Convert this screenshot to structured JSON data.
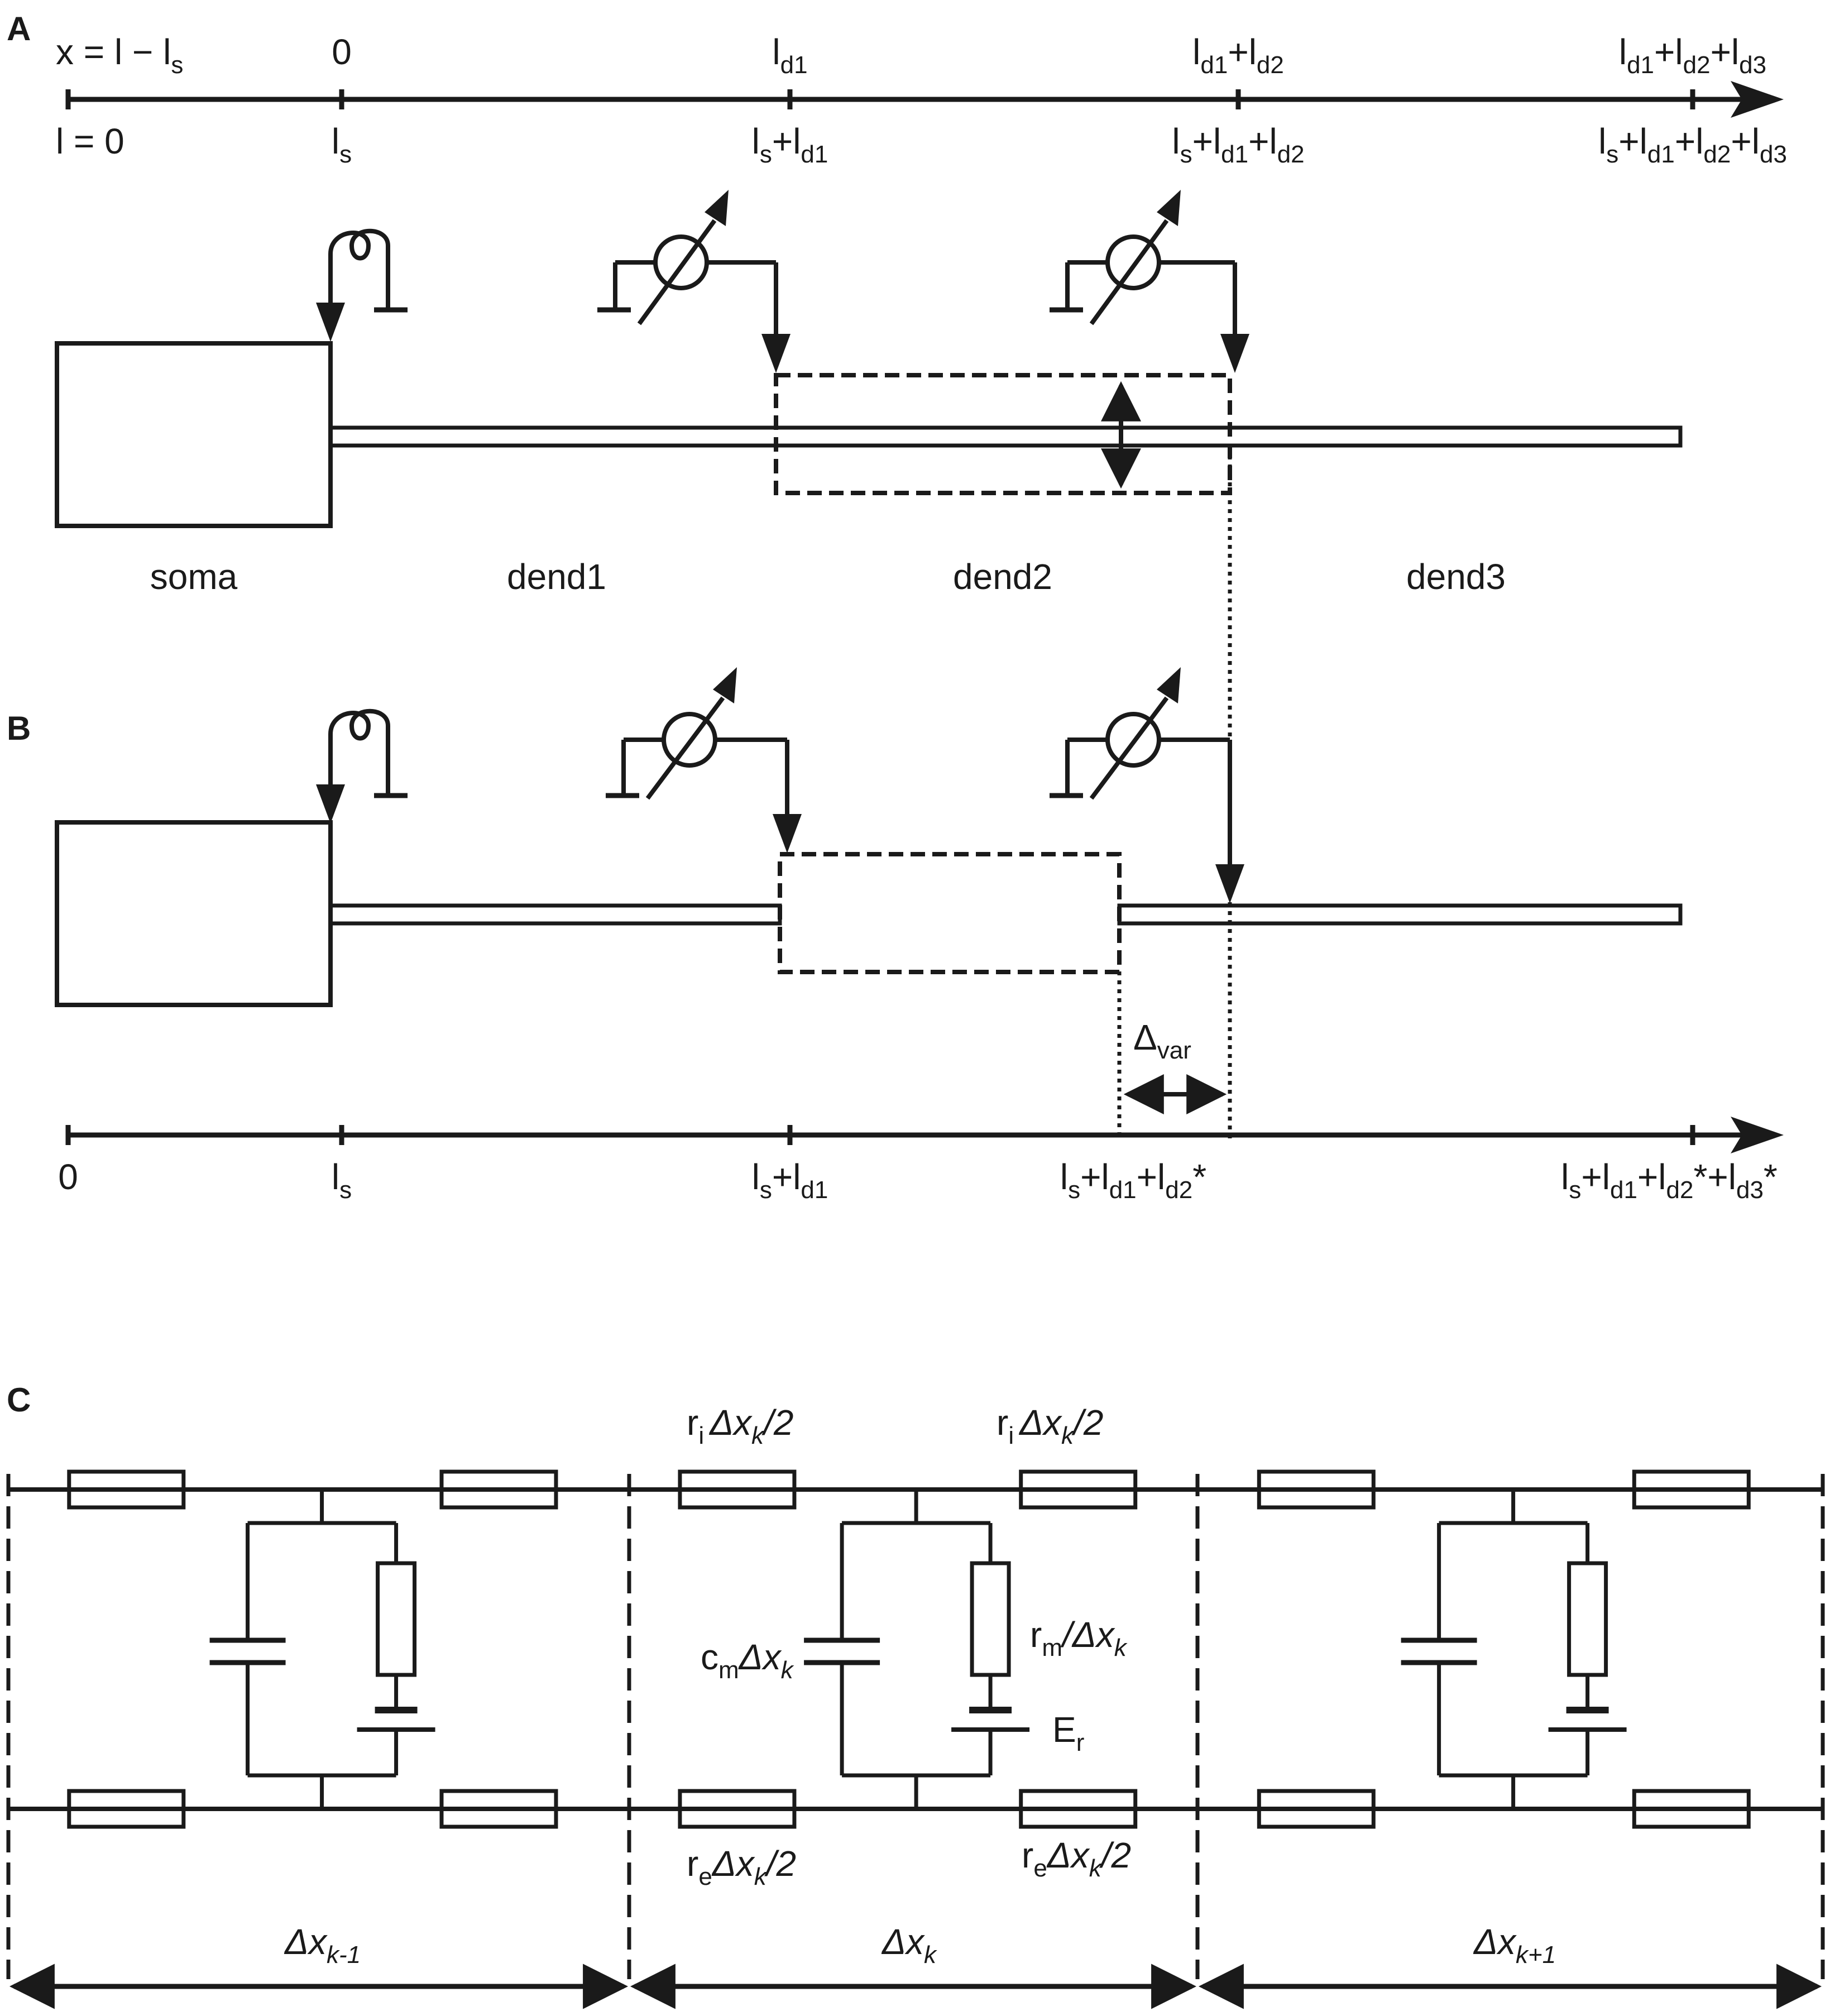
{
  "panels": {
    "a": {
      "label": "A",
      "axis_top": {
        "origin_label_a": "x = l − l",
        "origin_label_sub": "s",
        "ticks": [
          {
            "parts": [
              [
                "0",
                ""
              ]
            ]
          },
          {
            "parts": [
              [
                "l",
                "d1"
              ]
            ]
          },
          {
            "parts": [
              [
                "l",
                "d1"
              ],
              [
                "+l",
                "d2"
              ]
            ]
          },
          {
            "parts": [
              [
                "l",
                "d1"
              ],
              [
                "+l",
                "d2"
              ],
              [
                "+l",
                "d3"
              ]
            ]
          }
        ]
      },
      "axis_bottom": {
        "ticks": [
          {
            "parts": [
              [
                "l = 0",
                ""
              ]
            ]
          },
          {
            "parts": [
              [
                "l",
                "s"
              ]
            ]
          },
          {
            "parts": [
              [
                "l",
                "s"
              ],
              [
                "+l",
                "d1"
              ]
            ]
          },
          {
            "parts": [
              [
                "l",
                "s"
              ],
              [
                "+l",
                "d1"
              ],
              [
                "+l",
                "d2"
              ]
            ]
          },
          {
            "parts": [
              [
                "l",
                "s"
              ],
              [
                "+l",
                "d1"
              ],
              [
                "+l",
                "d2"
              ],
              [
                "+l",
                "d3"
              ]
            ]
          }
        ]
      },
      "compartments": {
        "soma": "soma",
        "dend1": "dend1",
        "dend2": "dend2",
        "dend3": "dend3"
      }
    },
    "b": {
      "label": "B",
      "delta_label": "Δ",
      "delta_sub": "var",
      "axis": {
        "ticks": [
          {
            "parts": [
              [
                "0",
                ""
              ]
            ]
          },
          {
            "parts": [
              [
                "l",
                "s"
              ]
            ]
          },
          {
            "parts": [
              [
                "l",
                "s"
              ],
              [
                "+l",
                "d1"
              ]
            ]
          },
          {
            "parts": [
              [
                "l",
                "s"
              ],
              [
                "+l",
                "d1"
              ],
              [
                "+l",
                "d2"
              ],
              [
                "*",
                ""
              ]
            ]
          },
          {
            "parts": [
              [
                "l",
                "s"
              ],
              [
                "+l",
                "d1"
              ],
              [
                "+l",
                "d2"
              ],
              [
                "*+l",
                "d3"
              ],
              [
                "*",
                ""
              ]
            ]
          }
        ]
      }
    },
    "c": {
      "label": "C",
      "ri_left": {
        "a": "r",
        "sub": "i",
        "b": "Δx",
        "ksub": "k",
        "c": "/2"
      },
      "ri_right": {
        "a": "r",
        "sub": "i",
        "b": "Δx",
        "ksub": "k",
        "c": "/2"
      },
      "re_left": {
        "a": "r",
        "sub": "e",
        "b": "Δx",
        "ksub": "k",
        "c": "/2"
      },
      "re_right": {
        "a": "r",
        "sub": "e",
        "b": "Δx",
        "ksub": "k",
        "c": "/2"
      },
      "cm": {
        "a": "c",
        "sub": "m",
        "b": "Δx",
        "ksub": "k"
      },
      "rm": {
        "a": "r",
        "sub": "m",
        "b": "/Δx",
        "ksub": "k"
      },
      "er": {
        "a": "E",
        "sub": "r"
      },
      "segments": [
        {
          "a": "Δx",
          "sub": "k-1"
        },
        {
          "a": "Δx",
          "sub": "k"
        },
        {
          "a": "Δx",
          "sub": "k+1"
        }
      ]
    }
  }
}
